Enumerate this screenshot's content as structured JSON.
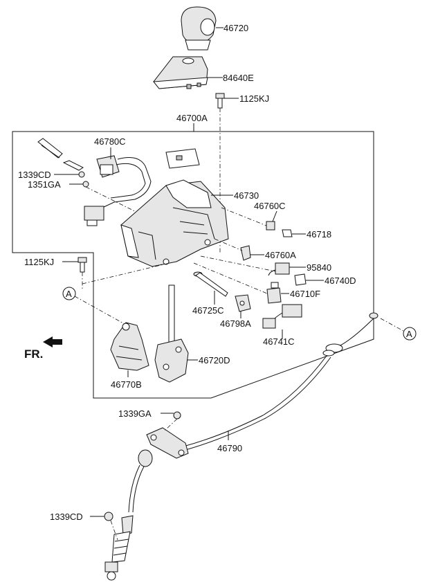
{
  "diagram": {
    "parts": {
      "p46720": "46720",
      "p84640E": "84640E",
      "p1125KJ_top": "1125KJ",
      "p46700A": "46700A",
      "p46780C": "46780C",
      "p1339CD_top": "1339CD",
      "p1351GA": "1351GA",
      "p46730": "46730",
      "p46760C": "46760C",
      "p46718": "46718",
      "p46760A": "46760A",
      "p95840": "95840",
      "p46740D": "46740D",
      "p46710F": "46710F",
      "p1125KJ_left": "1125KJ",
      "p46725C": "46725C",
      "p46798A": "46798A",
      "p46741C": "46741C",
      "p46720D": "46720D",
      "p46770B": "46770B",
      "p1339GA": "1339GA",
      "p46790": "46790",
      "p1339CD_bottom": "1339CD"
    },
    "refs": {
      "left": "A",
      "right": "A"
    },
    "direction": {
      "label": "FR."
    }
  }
}
